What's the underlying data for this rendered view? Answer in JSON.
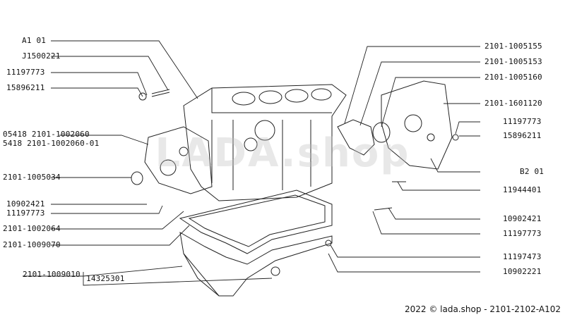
{
  "watermark": "LADA.shop",
  "footer": "2022 © lada.shop - 2101-2102-A102",
  "labels_left": [
    "A1 01",
    "J1500221",
    "11197773",
    "15896211",
    "05418  2101-1002060",
    "5418 2101-1002060-01",
    "2101-1005034",
    "10902421",
    "11197773",
    "2101-1002064",
    "2101-1009070",
    "2101-1009010",
    "14325301"
  ],
  "labels_right": [
    "2101-1005155",
    "2101-1005153",
    "2101-1005160",
    "2101-1601120",
    "11197773",
    "15896211",
    "B2 01",
    "11944401",
    "10902421",
    "11197773",
    "11197473",
    "10902221"
  ]
}
